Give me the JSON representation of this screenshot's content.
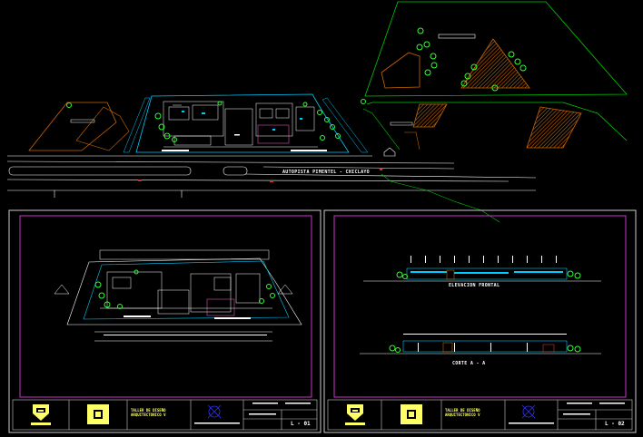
{
  "site_plan": {
    "road_label": "AUTOPISTA PIMENTEL - CHICLAYO"
  },
  "sheets": [
    {
      "id": "L-01",
      "school_title": "TALLER DE DISEÑO ARQUITECTONICO V",
      "sheet_number": "L - 01"
    },
    {
      "id": "L-02",
      "school_title": "TALLER DE DISEÑO ARQUITECTONICO V",
      "sheet_number": "L - 02",
      "elevation_label": "ELEVACION FRONTAL",
      "section_label": "CORTE A - A"
    }
  ],
  "colors": {
    "background": "#000000",
    "outline_white": "#ffffff",
    "land_green": "#00cc00",
    "plot_orange": "#cc6600",
    "building_cyan": "#00ccff",
    "sheet_magenta": "#cc33cc",
    "title_yellow": "#ffff66",
    "tree_green": "#33ff33"
  }
}
